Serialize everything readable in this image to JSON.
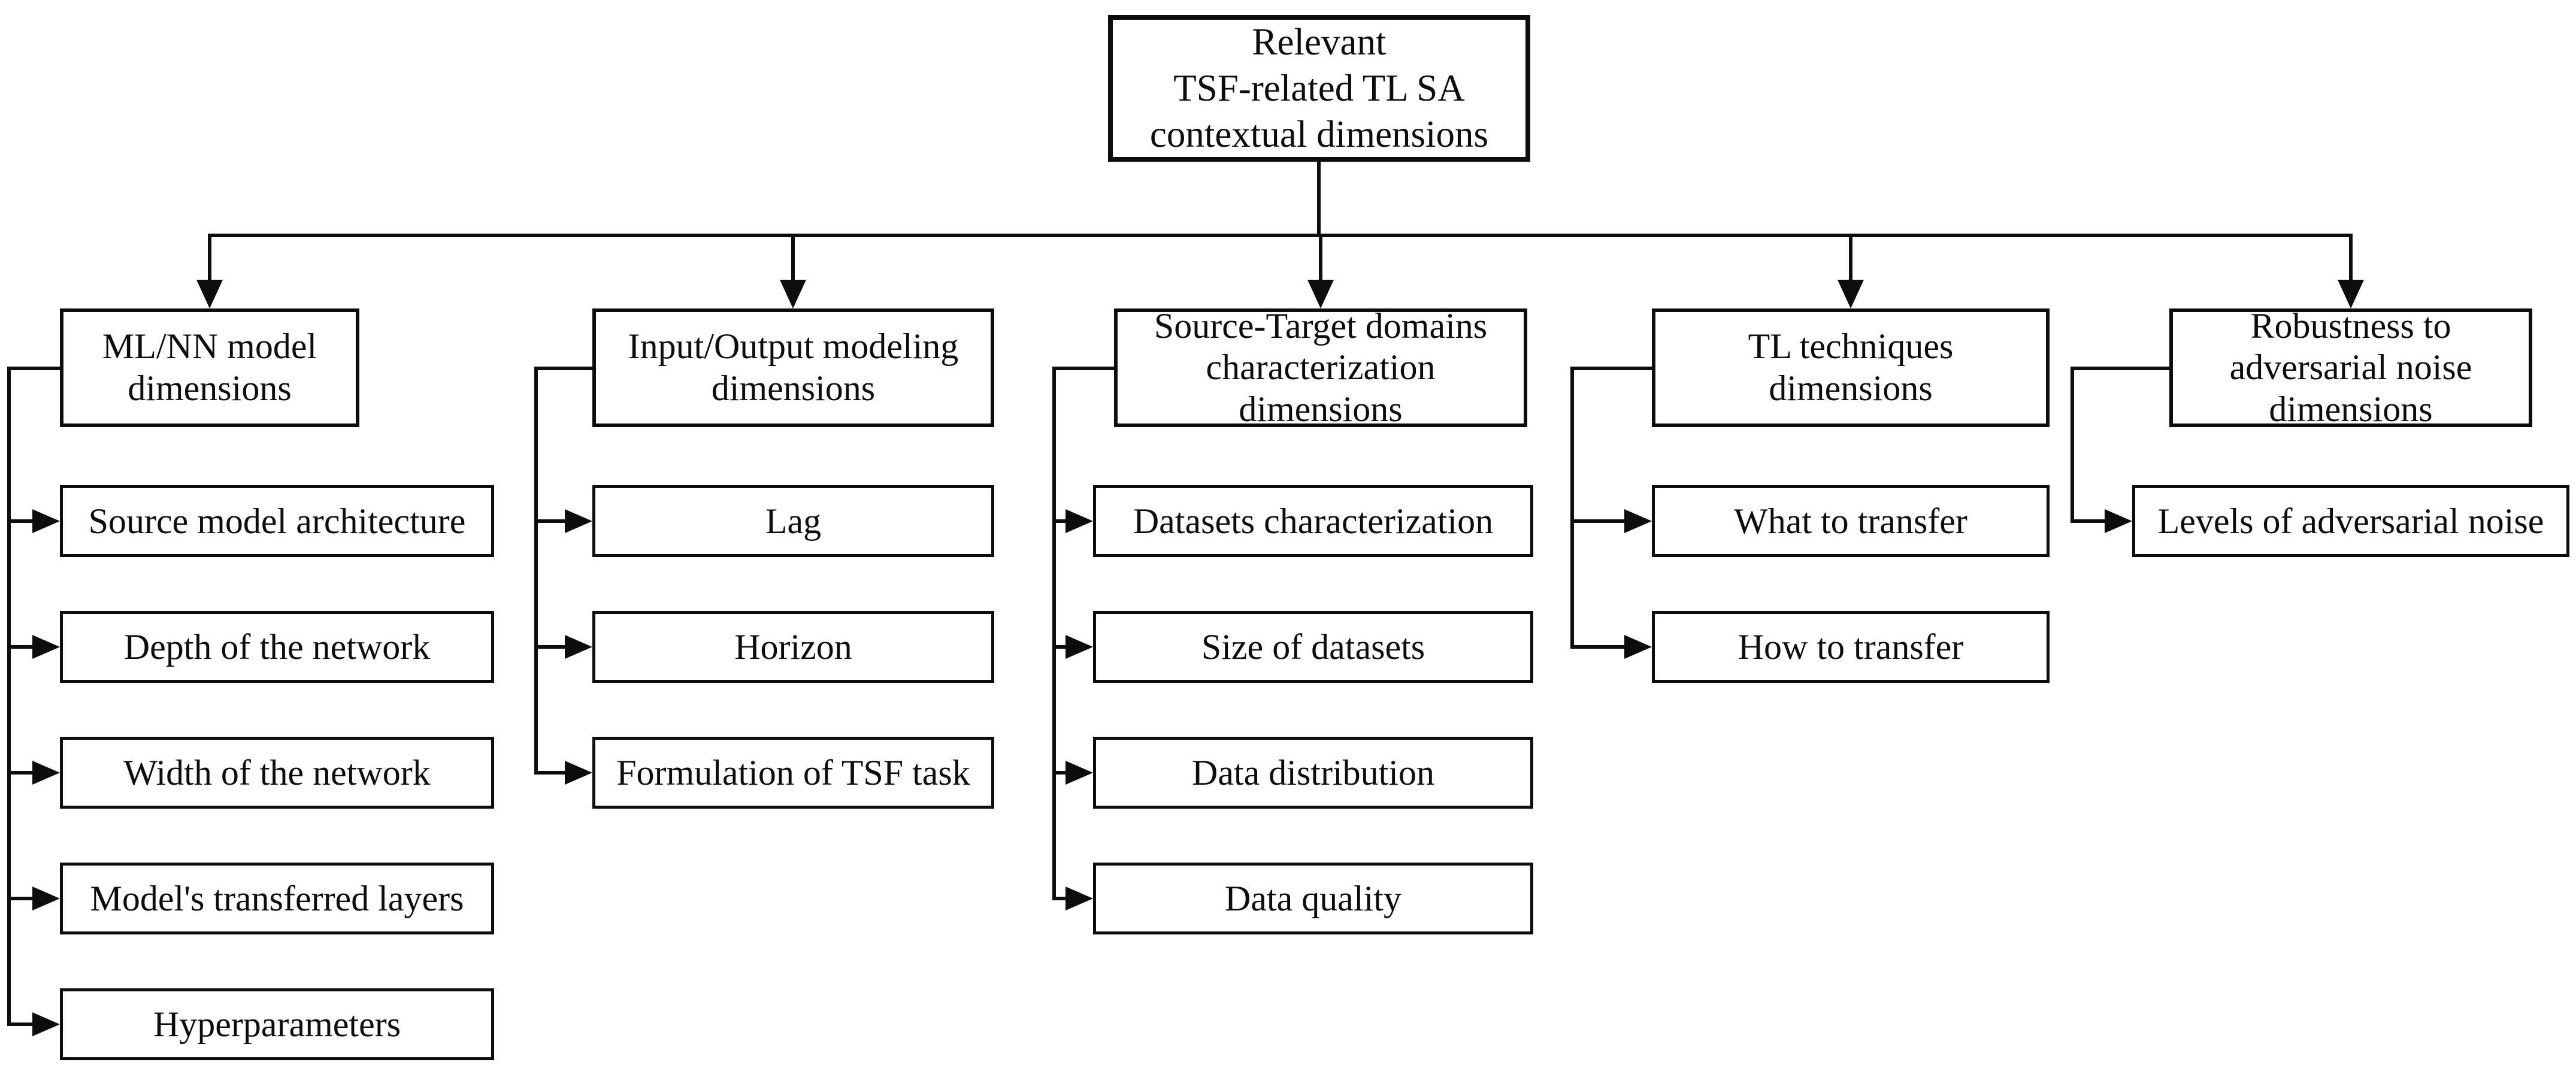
{
  "figure": {
    "type": "hierarchy-flowchart",
    "background": "#ffffff"
  },
  "colors": {
    "line": "#0d0d0d",
    "text": "#0d0d0d",
    "node_fill": "#ffffff"
  },
  "root": {
    "label": "Relevant\nTSF-related TL SA\ncontextual dimensions"
  },
  "branches": [
    {
      "id": "ml-nn-model",
      "label": "ML/NN model\ndimensions",
      "children": [
        "Source model architecture",
        "Depth of the network",
        "Width of the network",
        "Model's transferred layers",
        "Hyperparameters"
      ]
    },
    {
      "id": "input-output-modeling",
      "label": "Input/Output  modeling\ndimensions",
      "children": [
        "Lag",
        "Horizon",
        "Formulation of TSF task"
      ]
    },
    {
      "id": "source-target-domains",
      "label": "Source-Target domains\ncharacterization\ndimensions",
      "children": [
        "Datasets characterization",
        "Size of datasets",
        "Data distribution",
        "Data quality"
      ]
    },
    {
      "id": "tl-techniques",
      "label": "TL techniques\ndimensions",
      "children": [
        "What to transfer",
        "How to transfer"
      ]
    },
    {
      "id": "robustness-adversarial-noise",
      "label": "Robustness to\nadversarial noise\ndimensions",
      "children": [
        "Levels of adversarial noise"
      ]
    }
  ]
}
